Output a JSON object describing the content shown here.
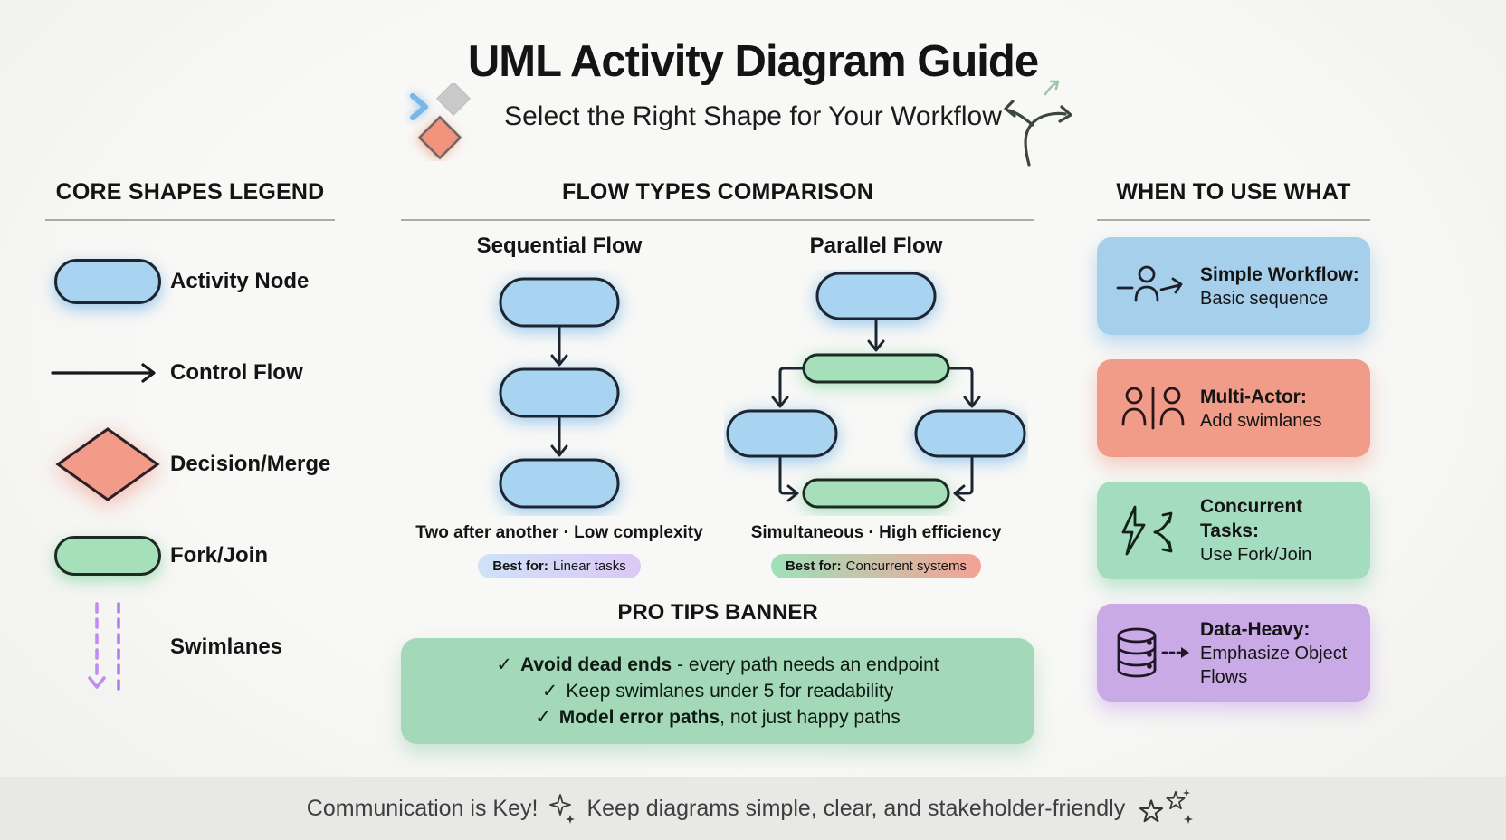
{
  "page": {
    "background": "#f5f6f3",
    "footer_background": "#e8e8e6",
    "accent_blue": "#a9d4f1",
    "accent_green": "#a6e0bb",
    "accent_salmon": "#f19b89",
    "accent_purple": "#c9a9e6",
    "outline_color": "#1c2530"
  },
  "header": {
    "title": "UML Activity Diagram Guide",
    "subtitle": "Select the Right Shape for Your Workflow",
    "left_decoration_icons": [
      "chevron-icon",
      "gray-diamond-icon",
      "salmon-diamond-icon"
    ],
    "right_decoration_icon": "branching-arrows-doodle-icon"
  },
  "legend": {
    "heading": "CORE SHAPES LEGEND",
    "items": [
      {
        "label": "Activity Node",
        "icon": "activity-node-pill-icon",
        "color": "#a9d4f1"
      },
      {
        "label": "Control Flow",
        "icon": "control-flow-arrow-icon",
        "color": "#1c2530"
      },
      {
        "label": "Decision/Merge",
        "icon": "decision-diamond-icon",
        "color": "#f29b88"
      },
      {
        "label": "Fork/Join",
        "icon": "fork-join-pill-icon",
        "color": "#a6e0bb"
      },
      {
        "label": "Swimlanes",
        "icon": "swimlane-dashed-lines-icon",
        "color": "#b987e9"
      }
    ]
  },
  "comparison": {
    "heading": "FLOW TYPES COMPARISON",
    "sequential": {
      "title": "Sequential Flow",
      "caption": "Two after another · Low complexity",
      "badge_label": "Best for:",
      "badge_value": "Linear tasks"
    },
    "parallel": {
      "title": "Parallel Flow",
      "caption": "Simultaneous · High efficiency",
      "badge_label": "Best for:",
      "badge_value": "Concurrent systems"
    }
  },
  "pro_tips": {
    "heading": "PRO TIPS BANNER",
    "tips": [
      {
        "check": "✓",
        "bold": "Avoid dead ends",
        "rest": " - every path needs an endpoint"
      },
      {
        "check": "✓",
        "bold": "",
        "rest": "Keep swimlanes under 5 for readability"
      },
      {
        "check": "✓",
        "bold": "Model error paths",
        "rest": ", not just happy paths"
      }
    ]
  },
  "when_to_use": {
    "heading": "WHEN TO USE WHAT",
    "cards": [
      {
        "title": "Simple Workflow:",
        "subtitle": "Basic sequence",
        "color": "#a6cfec",
        "icon": "person-arrow-icon"
      },
      {
        "title": "Multi-Actor:",
        "subtitle": "Add swimlanes",
        "color": "#f19b89",
        "icon": "two-actors-icon"
      },
      {
        "title": "Concurrent Tasks:",
        "subtitle": "Use Fork/Join",
        "color": "#a4dcc0",
        "icon": "lightning-fork-icon"
      },
      {
        "title": "Data-Heavy:",
        "subtitle": "Emphasize Object Flows",
        "color": "#c9a9e6",
        "icon": "database-arrow-icon"
      }
    ]
  },
  "footer": {
    "text_left": "Communication is Key!",
    "text_right": "Keep diagrams simple, clear, and stakeholder-friendly",
    "icons": [
      "sparkle-icon",
      "stars-icon"
    ]
  }
}
